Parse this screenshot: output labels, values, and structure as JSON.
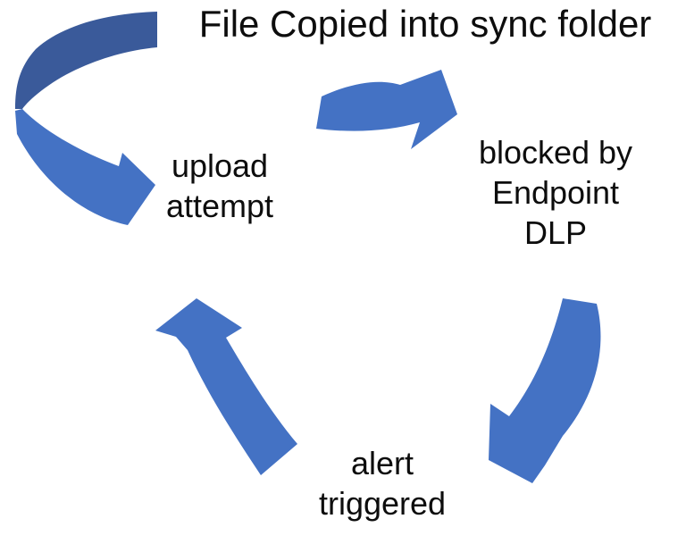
{
  "diagram": {
    "title": "File Copied into sync folder",
    "nodes": {
      "upload": {
        "label": "upload\nattempt"
      },
      "blocked": {
        "label": "blocked by\nEndpoint\nDLP"
      },
      "alert": {
        "label": "alert\ntriggered"
      }
    },
    "flow": [
      "File Copied into sync folder",
      "blocked by Endpoint DLP",
      "alert triggered",
      "upload attempt"
    ]
  },
  "colors": {
    "arrow_primary": "#4472c4",
    "arrow_dark": "#3a5a9a",
    "text": "#0d0d0d",
    "background": "#ffffff"
  }
}
